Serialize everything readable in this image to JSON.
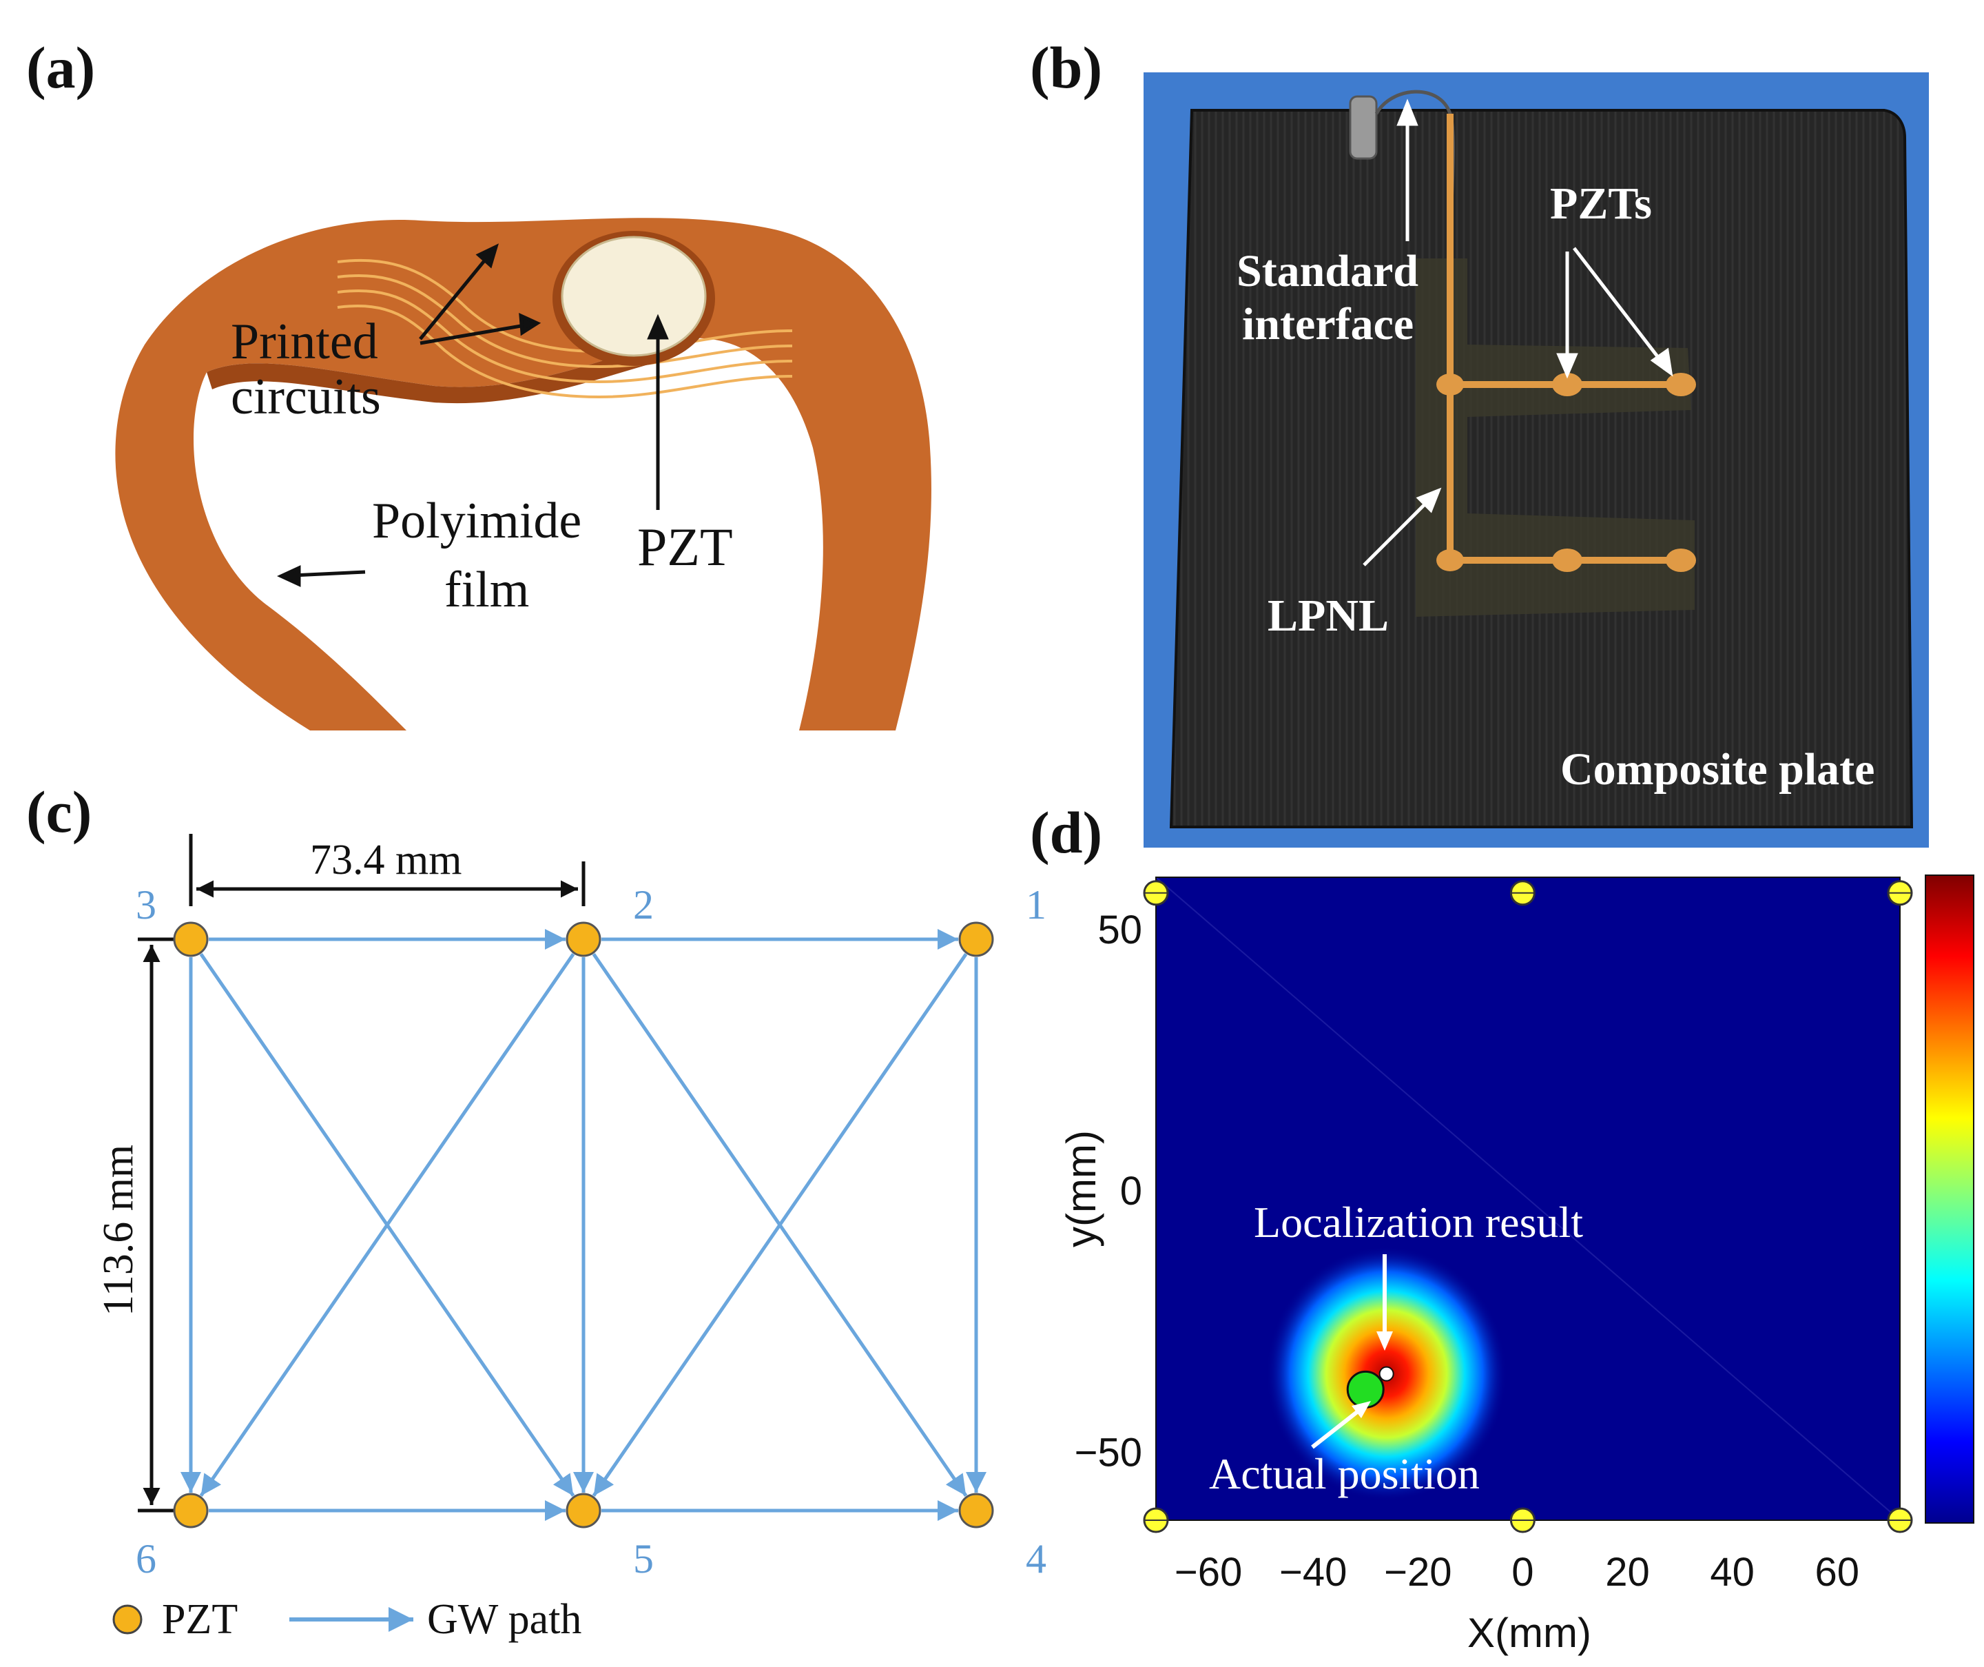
{
  "panels": {
    "a": {
      "label": "(a)",
      "annotations": {
        "printed_circuits_line1": "Printed",
        "printed_circuits_line2": "circuits",
        "polyimide_line1": "Polyimide",
        "polyimide_line2": "film",
        "pzt": "PZT"
      },
      "colors": {
        "film": "#c8692a",
        "film_dark": "#9c4716",
        "trace": "#f1b25c",
        "pzt_disc": "#f6efd9"
      }
    },
    "b": {
      "label": "(b)",
      "annotations": {
        "standard_line1": "Standard",
        "standard_line2": "interface",
        "pzts": "PZTs",
        "lpnl": "LPNL",
        "composite": "Composite plate"
      },
      "colors": {
        "background": "#3f7ccf",
        "plate": "#242424",
        "network": "#e09a45"
      }
    },
    "c": {
      "label": "(c)",
      "dimension_horizontal": "73.4 mm",
      "dimension_vertical": "113.6 mm",
      "nodes": [
        {
          "id": "1",
          "row": "top",
          "col": 3
        },
        {
          "id": "2",
          "row": "top",
          "col": 2
        },
        {
          "id": "3",
          "row": "top",
          "col": 1
        },
        {
          "id": "4",
          "row": "bottom",
          "col": 3
        },
        {
          "id": "5",
          "row": "bottom",
          "col": 2
        },
        {
          "id": "6",
          "row": "bottom",
          "col": 1
        }
      ],
      "paths": [
        [
          "3",
          "2"
        ],
        [
          "2",
          "1"
        ],
        [
          "6",
          "5"
        ],
        [
          "5",
          "4"
        ],
        [
          "3",
          "6"
        ],
        [
          "2",
          "5"
        ],
        [
          "1",
          "4"
        ],
        [
          "3",
          "5"
        ],
        [
          "2",
          "6"
        ],
        [
          "2",
          "4"
        ],
        [
          "1",
          "5"
        ]
      ],
      "legend": {
        "pzt": "PZT",
        "path": "GW path"
      },
      "colors": {
        "node": "#f5b21b",
        "arrow": "#6aa6dd",
        "node_label": "#5e9ad4"
      }
    },
    "d": {
      "label": "(d)",
      "annotations": {
        "result": "Localization result",
        "actual": "Actual position"
      },
      "colors": {
        "field": "#00008f",
        "actual_marker": "#22dd22",
        "result_marker": "#ffffff",
        "sensor_marker": "#ffff33"
      }
    }
  },
  "chart_data": {
    "type": "heatmap",
    "xlabel": "X(mm)",
    "ylabel": "y(mm)",
    "xlim": [
      -70,
      72
    ],
    "ylim": [
      -63,
      60
    ],
    "xticks": [
      -60,
      -40,
      -20,
      0,
      20,
      40,
      60
    ],
    "xtick_labels": [
      "−60",
      "−40",
      "−20",
      "0",
      "20",
      "40",
      "60"
    ],
    "yticks": [
      50,
      0,
      -50
    ],
    "ytick_labels": [
      "50",
      "0",
      "−50"
    ],
    "colormap": "jet",
    "colorbar": true,
    "grid": false,
    "sensors": [
      {
        "x": -70,
        "y": 57
      },
      {
        "x": 0,
        "y": 57
      },
      {
        "x": 72,
        "y": 57
      },
      {
        "x": -70,
        "y": -63
      },
      {
        "x": 0,
        "y": -63
      },
      {
        "x": 72,
        "y": -63
      }
    ],
    "hotspot": {
      "x": -26,
      "y": -35,
      "peak": 1.0
    },
    "localization_result": {
      "x": -26,
      "y": -35
    },
    "actual_position": {
      "x": -30,
      "y": -38
    }
  }
}
